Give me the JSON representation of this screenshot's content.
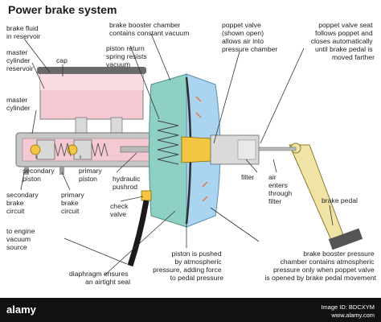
{
  "title": "Power brake system",
  "labels": {
    "brake_fluid_reservoir": [
      "brake fluid",
      "in reservoir"
    ],
    "cap": [
      "cap"
    ],
    "master_cylinder_reservoir": [
      "master",
      "cylinder",
      "reservoir"
    ],
    "master_cylinder": [
      "master",
      "cylinder"
    ],
    "piston_return_spring": [
      "piston return",
      "spring resists",
      "vacuum"
    ],
    "booster_chamber_vacuum": [
      "brake booster chamber",
      "contains constant vacuum"
    ],
    "poppet_valve": [
      "poppet valve",
      "(shown open)",
      "allows air into",
      "pressure chamber"
    ],
    "poppet_valve_seat": [
      "poppet valve seat",
      "follows poppet and",
      "closes automatically",
      "until brake pedal is",
      "moved farther"
    ],
    "secondary_piston": [
      "secondary",
      "piston"
    ],
    "primary_piston": [
      "primary",
      "piston"
    ],
    "hydraulic_pushrod": [
      "hydraulic",
      "pushrod"
    ],
    "filter": [
      "filter"
    ],
    "air_enters": [
      "air",
      "enters",
      "through",
      "filter"
    ],
    "secondary_brake_circuit": [
      "secondary",
      "brake",
      "circuit"
    ],
    "primary_brake_circuit": [
      "primary",
      "brake",
      "circuit"
    ],
    "check_valve": [
      "check",
      "valve"
    ],
    "brake_pedal": [
      "brake pedal"
    ],
    "engine_vacuum_source": [
      "to engine",
      "vacuum",
      "source"
    ],
    "piston_pushed": [
      "piston is pushed",
      "by atmospheric",
      "pressure, adding force",
      "to pedal pressure"
    ],
    "diaphragm": [
      "diaphragm ensures",
      "an airtight seal"
    ],
    "booster_pressure_chamber": [
      "brake booster pressure",
      "chamber contains atmospheric",
      "pressure only when poppet valve",
      "is opened by brake pedal movement"
    ]
  },
  "watermark": {
    "left": "alamy",
    "image_id_label": "Image ID: BDCXYM",
    "site": "www.alamy.com"
  },
  "colors": {
    "reservoir_fill": "#f4c9d2",
    "vacuum_chamber": "#8fd0c4",
    "pressure_chamber": "#aad4f0",
    "valve_body": "#f4c542",
    "pedal": "#efe3a6",
    "metal": "#c7c7c7",
    "air_arrow": "#e8703a"
  }
}
